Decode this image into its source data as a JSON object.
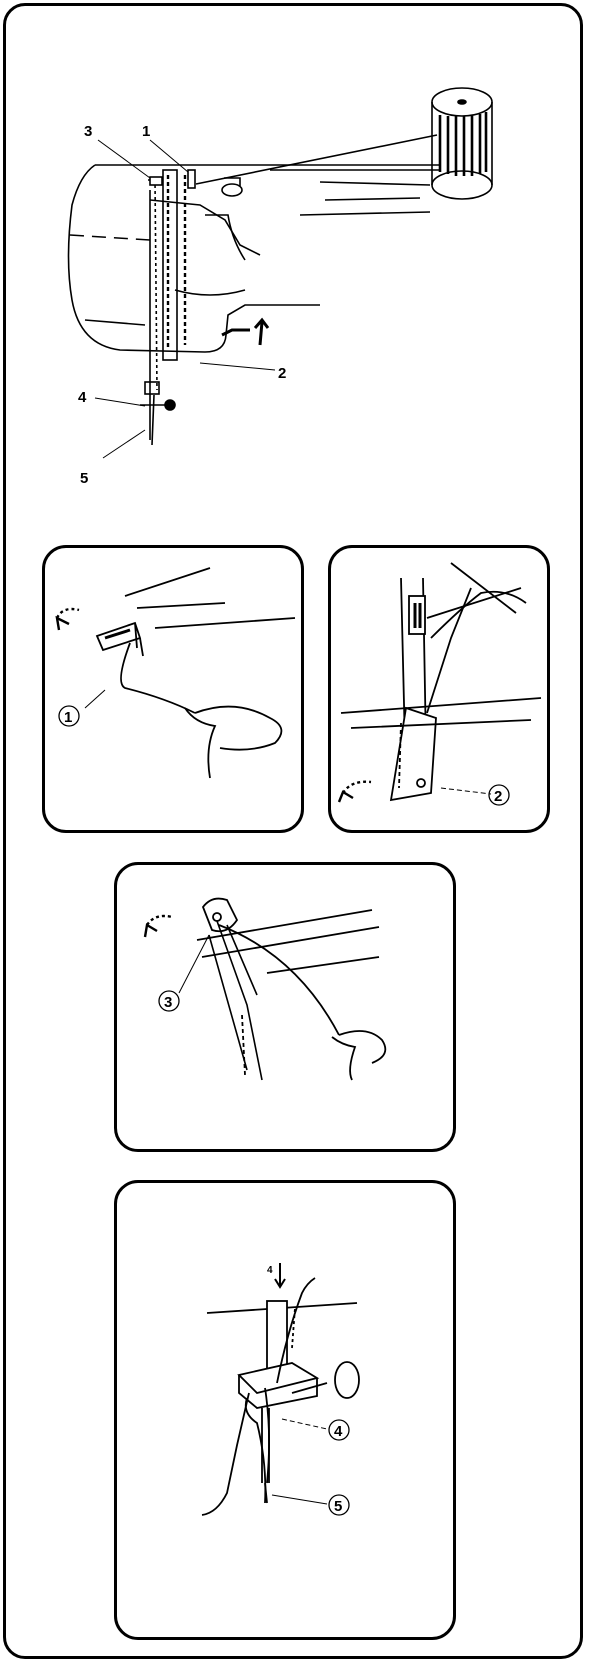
{
  "overview": {
    "callouts": [
      "3",
      "1",
      "2",
      "4",
      "5"
    ]
  },
  "steps": [
    {
      "label": "1"
    },
    {
      "label": "2"
    },
    {
      "label": "3"
    },
    {
      "label": "4",
      "arrow_label": "4",
      "label2": "5"
    }
  ]
}
